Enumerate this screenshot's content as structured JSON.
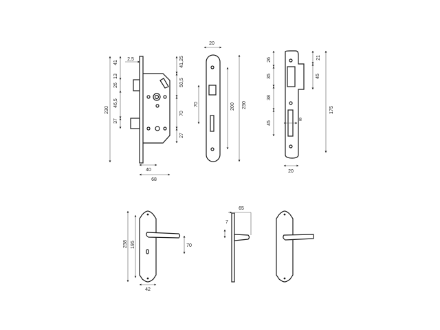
{
  "drawing": {
    "lock_case": {
      "dims": {
        "faceplate_thickness": "2,5",
        "top_to_bolt": "41",
        "bolt_offset": "13",
        "bolt_height": "26",
        "bolt_to_latch": "46,5",
        "latch_height": "37",
        "total_height": "230",
        "top_to_case": "41,25",
        "case_to_follower": "50,5",
        "follower_to_key": "70",
        "key_to_bottom": "27",
        "backset": "40",
        "case_depth": "68"
      }
    },
    "faceplate": {
      "dims": {
        "width": "20",
        "bolt_to_latch": "70",
        "screw_spacing": "200",
        "height": "230"
      }
    },
    "strike_plate": {
      "dims": {
        "top_to_bolt": "26",
        "bolt_hole": "35",
        "hole_spacing": "38",
        "latch_hole": "45",
        "lip_top": "21",
        "lip_height": "45",
        "overall": "175",
        "hole_width": "8",
        "width": "20"
      }
    },
    "handle_front": {
      "dims": {
        "height": "238",
        "screw_spacing": "195",
        "lever_to_key": "70",
        "width": "42"
      }
    },
    "handle_side": {
      "dims": {
        "projection": "65",
        "plate_thickness": "7"
      }
    }
  }
}
